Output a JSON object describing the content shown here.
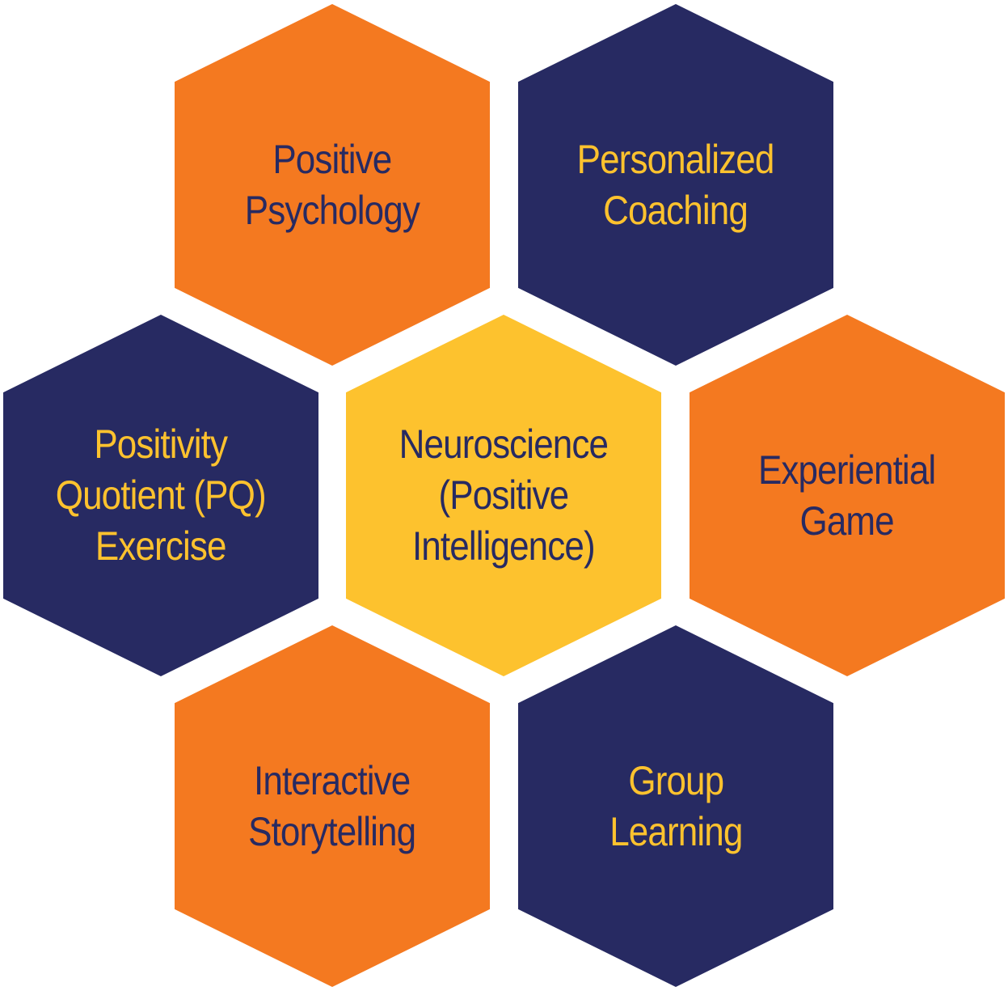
{
  "colors": {
    "orange": "#f47920",
    "navy": "#272a62",
    "yellow": "#fdc22e"
  },
  "hexagons": [
    {
      "id": "positive-psychology",
      "fill": "orange",
      "text_color": "navy",
      "lines": [
        "Positive",
        "Psychology"
      ]
    },
    {
      "id": "personalized-coaching",
      "fill": "navy",
      "text_color": "yellow",
      "lines": [
        "Personalized",
        "Coaching"
      ]
    },
    {
      "id": "positivity-quotient",
      "fill": "navy",
      "text_color": "yellow",
      "lines": [
        "Positivity",
        "Quotient (PQ)",
        "Exercise"
      ]
    },
    {
      "id": "neuroscience",
      "fill": "yellow",
      "text_color": "navy",
      "lines": [
        "Neuroscience",
        "(Positive",
        "Intelligence)"
      ]
    },
    {
      "id": "experiential-game",
      "fill": "orange",
      "text_color": "navy",
      "lines": [
        "Experiential",
        "Game"
      ]
    },
    {
      "id": "interactive-storytelling",
      "fill": "orange",
      "text_color": "navy",
      "lines": [
        "Interactive",
        "Storytelling"
      ]
    },
    {
      "id": "group-learning",
      "fill": "navy",
      "text_color": "yellow",
      "lines": [
        "Group",
        "Learning"
      ]
    }
  ]
}
